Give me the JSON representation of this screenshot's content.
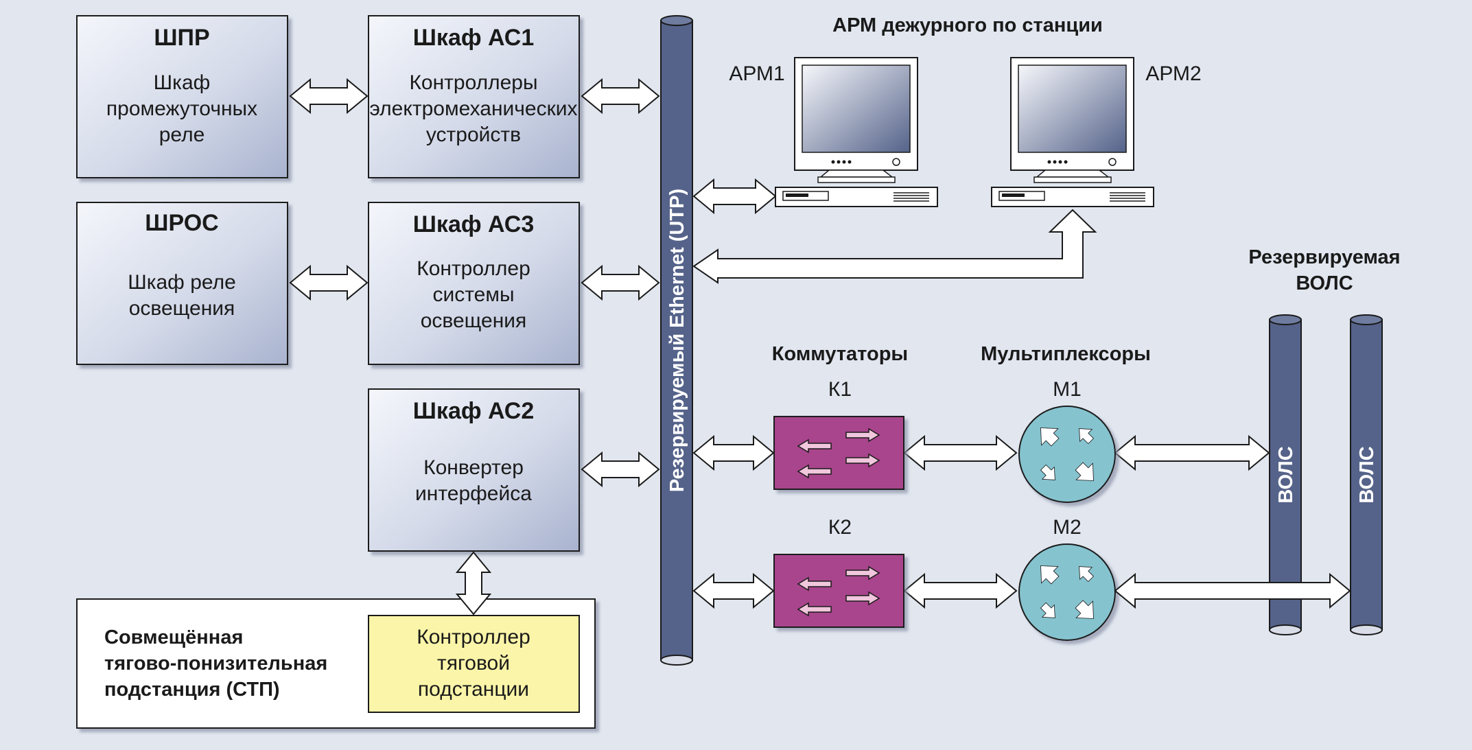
{
  "header": {
    "arm_group": "АРМ дежурного по станции",
    "switches": "Коммутаторы",
    "multiplexers": "Мультиплексоры",
    "vols_line1": "Резервируемая",
    "vols_line2": "ВОЛС"
  },
  "blocks": {
    "shpr": {
      "title": "ШПР",
      "lines": [
        "Шкаф",
        "промежуточных",
        "реле"
      ]
    },
    "shros": {
      "title": "ШРОС",
      "lines": [
        "Шкаф реле",
        "освещения"
      ]
    },
    "as1": {
      "title": "Шкаф АС1",
      "lines": [
        "Контроллеры",
        "электромеханических",
        "устройств"
      ]
    },
    "as3": {
      "title": "Шкаф АС3",
      "lines": [
        "Контроллер",
        "системы",
        "освещения"
      ]
    },
    "as2": {
      "title": "Шкаф АС2",
      "lines": [
        "Конвертер",
        "интерфейса"
      ]
    },
    "stp": {
      "lines": [
        "Совмещённая",
        "тягово-понизительная",
        "подстанция (СТП)"
      ]
    },
    "traction": {
      "lines": [
        "Контроллер",
        "тяговой",
        "подстанции"
      ]
    }
  },
  "bus": {
    "label": "Резервируемый Ethernet (UTP)"
  },
  "workstations": {
    "arm1": "АРМ1",
    "arm2": "АРМ2"
  },
  "switches": {
    "k1": "К1",
    "k2": "К2"
  },
  "multiplexers": {
    "m1": "М1",
    "m2": "М2"
  },
  "vols": {
    "left": "ВОЛС",
    "right": "ВОЛС"
  },
  "colors": {
    "background": "#e1e6ef",
    "bus": "#55638a",
    "switch": "#a8458c",
    "multiplexer": "#85c3cf",
    "traction_controller": "#fbf5a9",
    "box_gradient_light": "#f4f6fb",
    "box_gradient_dark": "#a9b3cf"
  }
}
